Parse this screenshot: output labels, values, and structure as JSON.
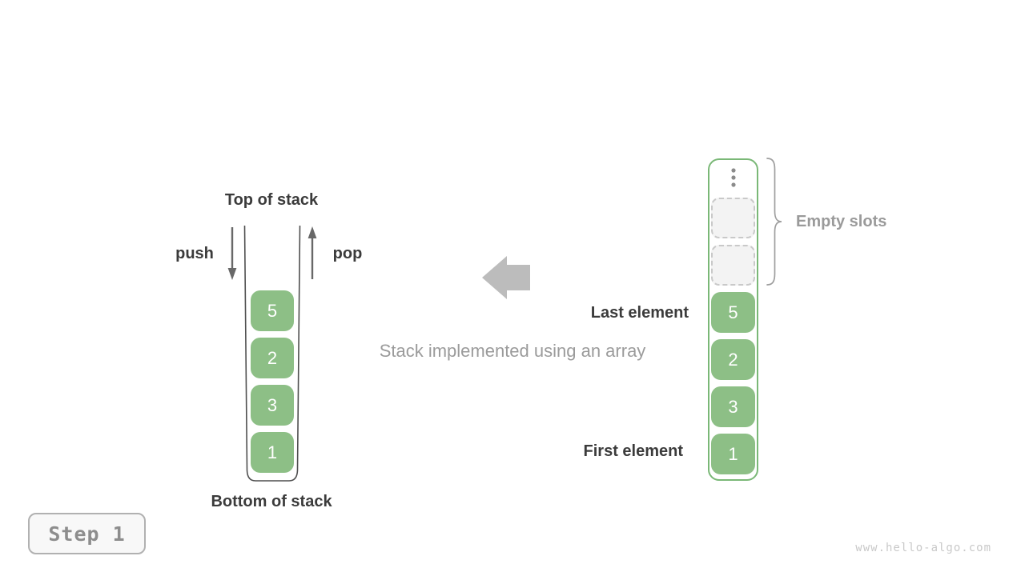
{
  "colors": {
    "cell_green": "#8dbf86",
    "array_border_green": "#7ab877",
    "text_dark": "#3b3b3b",
    "text_gray": "#9b9b9b",
    "block_arrow_gray": "#bcbcbc"
  },
  "left_stack": {
    "top_label": "Top of stack",
    "push_label": "push",
    "pop_label": "pop",
    "bottom_label": "Bottom of stack",
    "cells": [
      "5",
      "2",
      "3",
      "1"
    ]
  },
  "middle": {
    "caption": "Stack implemented using an array"
  },
  "array": {
    "last_element_label": "Last element",
    "first_element_label": "First element",
    "empty_slots_label": "Empty slots",
    "empty_slot_count": 2,
    "cells": [
      "5",
      "2",
      "3",
      "1"
    ]
  },
  "footer": {
    "step_label": "Step 1",
    "watermark": "www.hello-algo.com"
  },
  "icons": {
    "push_arrow": "arrow-down",
    "pop_arrow": "arrow-up",
    "direction_arrow": "block-arrow-left",
    "ellipsis": "vertical-dots",
    "brace": "curly-brace-right"
  }
}
